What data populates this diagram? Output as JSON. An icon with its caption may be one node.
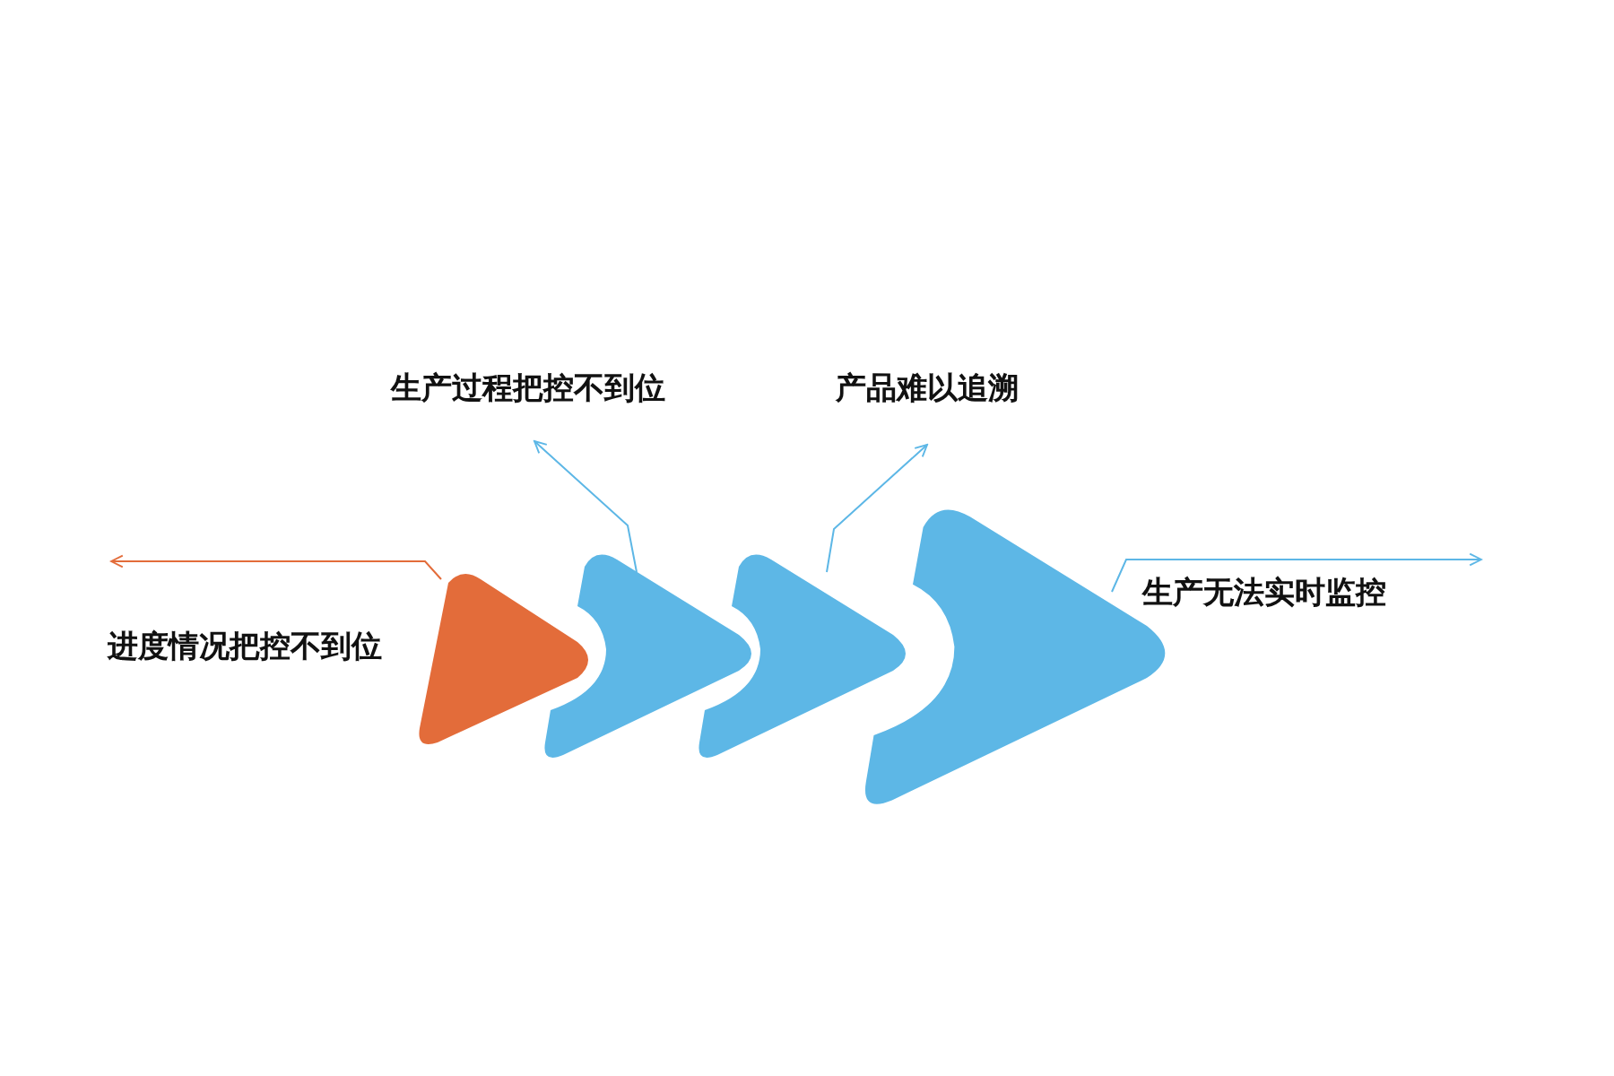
{
  "diagram": {
    "nodes": [
      {
        "text": [],
        "shape": "triangle"
      },
      {
        "text": [],
        "shape": "chevron"
      },
      {
        "text": [],
        "shape": "chevron"
      },
      {
        "text": [],
        "shape": "chevron"
      },
      {
        "text": [
          "进度情况把控不到位"
        ]
      },
      {
        "text": [
          "生产过程把控不到位"
        ]
      },
      {
        "text": [
          "产品难以追溯"
        ]
      },
      {
        "text": [
          "生产无法实时监控"
        ]
      }
    ],
    "edges": [
      {
        "from": 0,
        "to": 4,
        "arrow": "to",
        "color": "#e36c3a"
      },
      {
        "from": 1,
        "to": 5,
        "arrow": "to"
      },
      {
        "from": 2,
        "to": 6,
        "arrow": "to"
      },
      {
        "from": 3,
        "to": 7,
        "arrow": "to"
      }
    ]
  }
}
